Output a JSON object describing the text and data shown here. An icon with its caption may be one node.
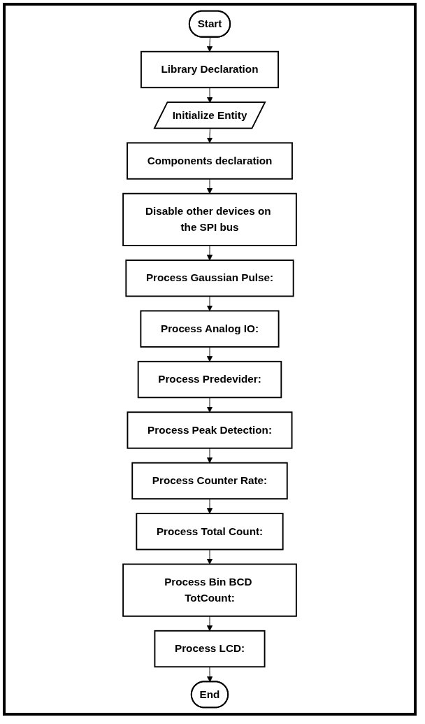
{
  "diagram": {
    "nodes": [
      {
        "text": [
          "Start"
        ]
      },
      {
        "text": [
          "Library Declaration"
        ]
      },
      {
        "text": [
          "Initialize Entity"
        ]
      },
      {
        "text": [
          "Components declaration"
        ]
      },
      {
        "text": [
          "Disable other devices on the SPI bus"
        ]
      },
      {
        "text": [
          "Process Gaussian Pulse:"
        ]
      },
      {
        "text": [
          "Process Analog IO:"
        ]
      },
      {
        "text": [
          "Process Predevider:"
        ]
      },
      {
        "text": [
          "Process Peak Detection:"
        ]
      },
      {
        "text": [
          "Process Counter Rate:"
        ]
      },
      {
        "text": [
          "Process Total Count:"
        ]
      },
      {
        "text": [
          "Process Bin BCD TotCount:"
        ]
      },
      {
        "text": [
          "Process LCD:"
        ]
      },
      {
        "text": [
          "End"
        ]
      }
    ],
    "edges": [
      {
        "from": 0,
        "to": 1,
        "arrow": "to"
      },
      {
        "from": 1,
        "to": 2,
        "arrow": "to"
      },
      {
        "from": 2,
        "to": 3,
        "arrow": "to"
      },
      {
        "from": 3,
        "to": 4,
        "arrow": "to"
      },
      {
        "from": 4,
        "to": 5,
        "arrow": "to"
      },
      {
        "from": 5,
        "to": 6,
        "arrow": "to"
      },
      {
        "from": 6,
        "to": 7,
        "arrow": "to"
      },
      {
        "from": 7,
        "to": 8,
        "arrow": "to"
      },
      {
        "from": 8,
        "to": 9,
        "arrow": "to"
      },
      {
        "from": 9,
        "to": 10,
        "arrow": "to"
      },
      {
        "from": 10,
        "to": 11,
        "arrow": "to"
      },
      {
        "from": 11,
        "to": 12,
        "arrow": "to"
      },
      {
        "from": 12,
        "to": 13,
        "arrow": "to"
      }
    ]
  }
}
